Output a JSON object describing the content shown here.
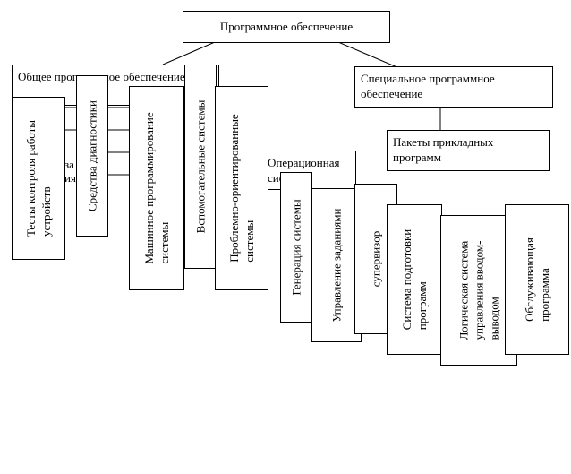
{
  "root": "Программное обеспечение",
  "general": "Общее программное обеспечение",
  "special": "Специальное программное обеспечение",
  "packages": "Пакеты прикладных программ",
  "os": "Операционная система",
  "general_hidden_1": "за",
  "general_hidden_2": "ия",
  "tests": [
    "Тесты контроля работы",
    "устройств"
  ],
  "diag": "Средства диагностики",
  "machine": [
    "Машинное программирование",
    "системы"
  ],
  "aux": "Вспомогательные системы",
  "problem": [
    "Проблемно-ориентированные",
    "системы"
  ],
  "gen": "Генерация системы",
  "jobs": "Управление заданиями",
  "super": "супервизор",
  "prep": [
    "Система подготовки",
    "программ"
  ],
  "logic": [
    "Логическая система",
    "управления вводом-",
    "выводом"
  ],
  "serv": [
    "Обслуживающая",
    "программа"
  ]
}
